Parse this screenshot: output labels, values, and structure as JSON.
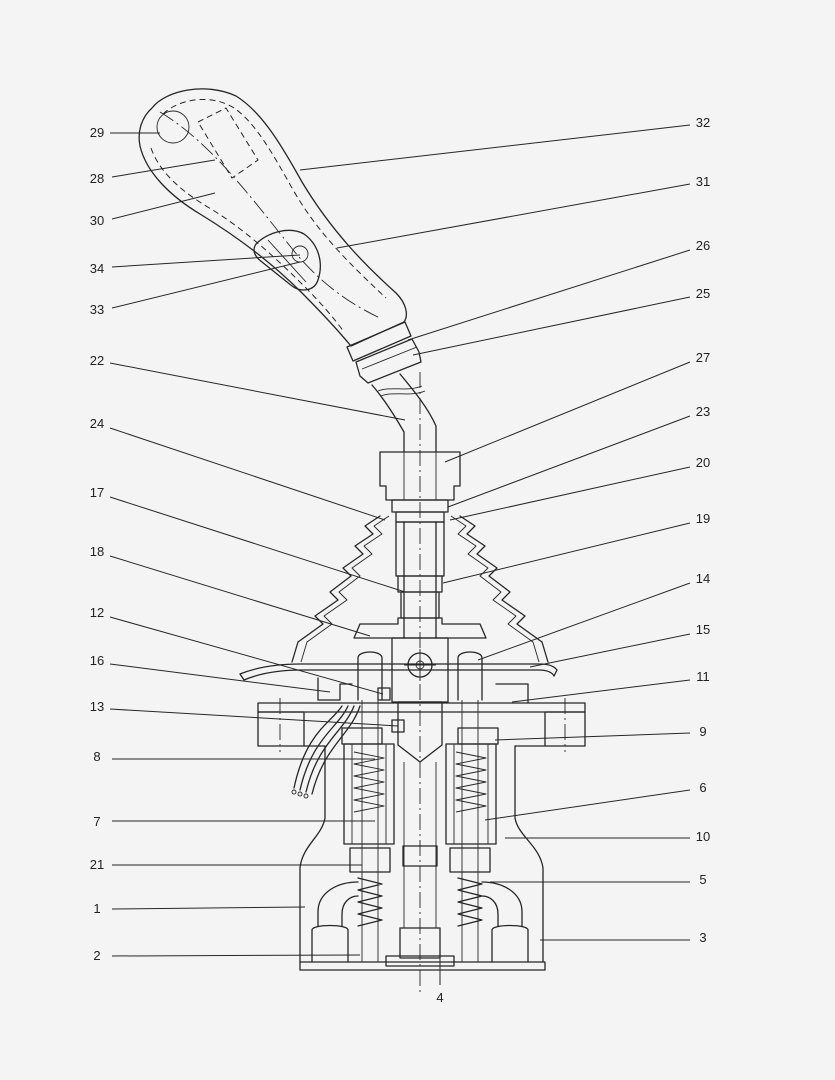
{
  "callouts": {
    "left": [
      "29",
      "28",
      "30",
      "34",
      "33",
      "22",
      "24",
      "17",
      "18",
      "12",
      "16",
      "13",
      "8",
      "7",
      "21",
      "1",
      "2"
    ],
    "right": [
      "32",
      "31",
      "26",
      "25",
      "27",
      "23",
      "20",
      "19",
      "14",
      "15",
      "11",
      "9",
      "6",
      "10",
      "5",
      "3"
    ],
    "bottom": [
      "4"
    ]
  }
}
